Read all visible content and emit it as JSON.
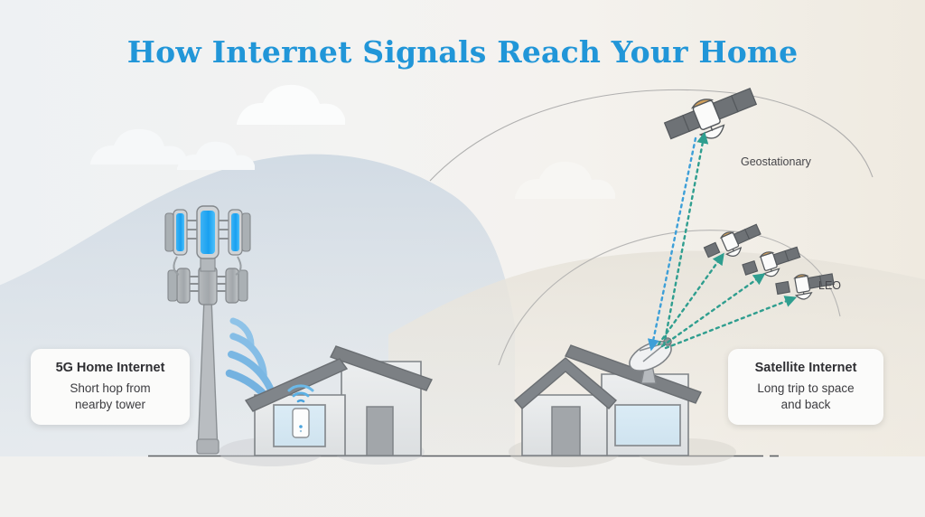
{
  "page": {
    "title": "How Internet Signals Reach Your Home",
    "title_color": "#2196d8",
    "background_left_color": "#dbe2e9",
    "background_right_color": "#eeeae2",
    "ground_color": "#f1f1ef"
  },
  "cards": {
    "fiveg": {
      "title": "5G Home Internet",
      "subtitle": "Short hop from\nnearby tower",
      "subtitle_line1": "Short hop from",
      "subtitle_line2": "nearby tower"
    },
    "satellite": {
      "title": "Satellite Internet",
      "subtitle_line1": "Long trip to space",
      "subtitle_line2": "and back"
    }
  },
  "orbits": {
    "geostationary_label": "Geostationary",
    "leo_label": "LEO"
  },
  "colors": {
    "signal_blue": "#4aa3dd",
    "uplink_teal": "#2f9e8f",
    "downlink_blue": "#3d9fd8",
    "tower_panel_blue": "#18a0f0",
    "tower_gray": "#a8acb0",
    "house_wall": "#e3e5e7",
    "house_roof": "#7f8387",
    "satellite_panel": "#6e7276",
    "satellite_gold": "#d2a15c",
    "orbit_arc": "#9a9a9a"
  },
  "scene": {
    "left_side": "5G cell tower broadcasting radio waves to a nearby house with an indoor 5G router",
    "right_side": "House with rooftop satellite dish linking to geostationary and LEO satellites",
    "tower_panels_blue": 3,
    "tower_panels_gray": 3,
    "signal_arcs": 4,
    "wifi_arcs": 3,
    "leo_satellite_count": 3,
    "geostationary_satellite_count": 1
  }
}
